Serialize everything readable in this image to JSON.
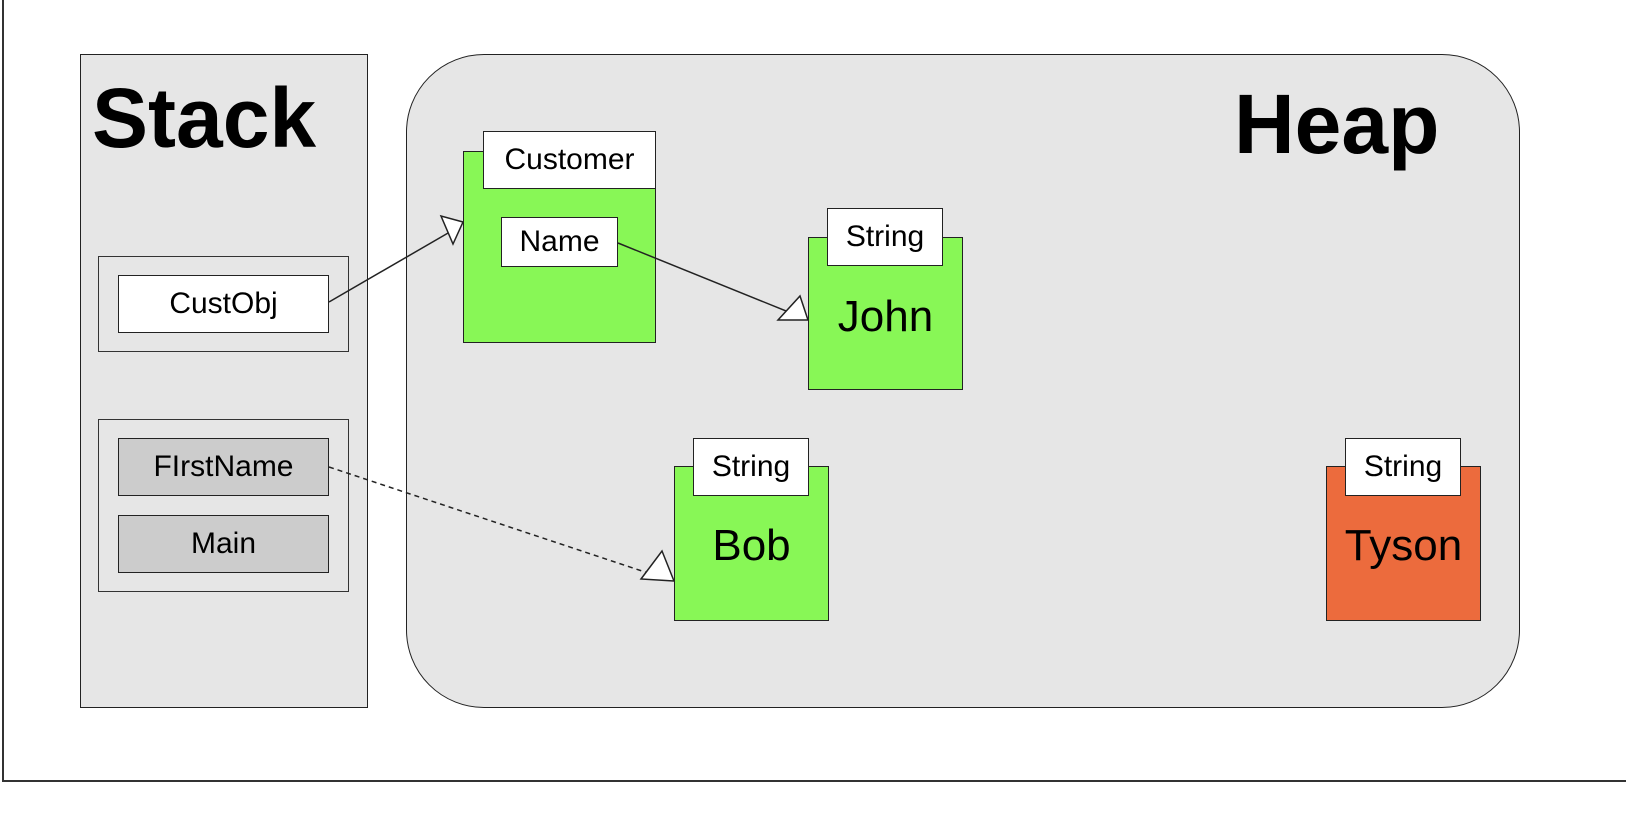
{
  "stack": {
    "title": "Stack",
    "frames": [
      {
        "vars": [
          "CustObj"
        ]
      },
      {
        "vars": [
          "FIrstName",
          "Main"
        ]
      }
    ]
  },
  "heap": {
    "title": "Heap",
    "objects": {
      "customer": {
        "type": "Customer",
        "field": "Name"
      },
      "john": {
        "type": "String",
        "value": "John"
      },
      "bob": {
        "type": "String",
        "value": "Bob"
      },
      "tyson": {
        "type": "String",
        "value": "Tyson"
      }
    }
  },
  "colors": {
    "panel": "#e6e6e6",
    "live_object": "#88f756",
    "unreferenced_object": "#ec6b3d",
    "stack_var_active": "#ffffff",
    "stack_var_inactive": "#cccccc"
  },
  "references": [
    {
      "from": "CustObj",
      "to": "Customer",
      "style": "solid"
    },
    {
      "from": "Name",
      "to": "John",
      "style": "solid"
    },
    {
      "from": "FIrstName",
      "to": "Bob",
      "style": "dashed"
    }
  ]
}
